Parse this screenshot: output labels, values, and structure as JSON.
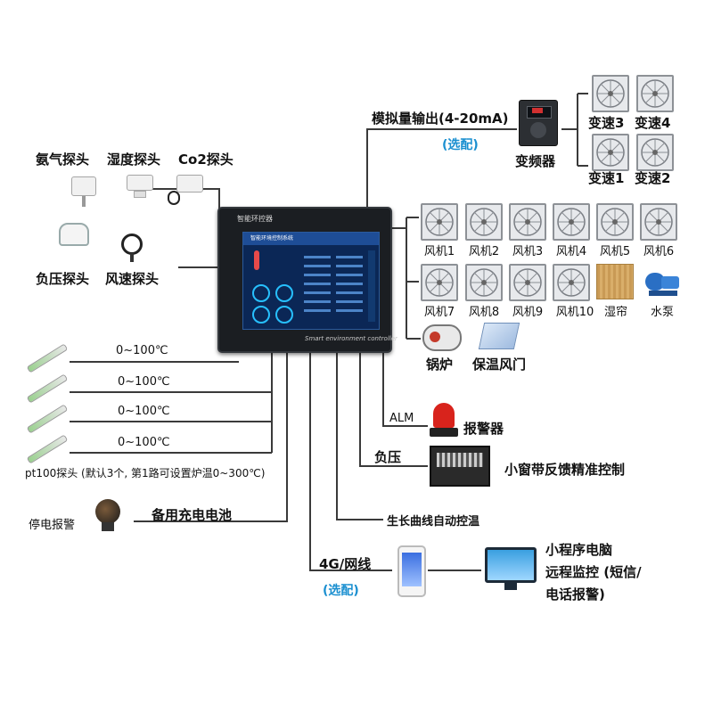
{
  "analog_output": {
    "label": "模拟量输出(4-20mA)",
    "optional": "(选配)"
  },
  "inverter": {
    "label": "变频器"
  },
  "speed_fans": [
    {
      "label": "变速3"
    },
    {
      "label": "变速4"
    },
    {
      "label": "变速1"
    },
    {
      "label": "变速2"
    }
  ],
  "probes_top": {
    "ammonia": "氨气探头",
    "humidity": "湿度探头",
    "co2": "Co2探头"
  },
  "probes_mid": {
    "negative_pressure": "负压探头",
    "wind_speed": "风速探头"
  },
  "controller": {
    "brand": "智能环控器",
    "screen_title": "智能环境控制系统",
    "caption": "Smart environment controller"
  },
  "fans_row1": [
    {
      "label": "风机1"
    },
    {
      "label": "风机2"
    },
    {
      "label": "风机3"
    },
    {
      "label": "风机4"
    },
    {
      "label": "风机5"
    },
    {
      "label": "风机6"
    }
  ],
  "fans_row2": [
    {
      "label": "风机7"
    },
    {
      "label": "风机8"
    },
    {
      "label": "风机9"
    },
    {
      "label": "风机10"
    }
  ],
  "wet_curtain": {
    "label": "湿帘"
  },
  "water_pump": {
    "label": "水泵"
  },
  "boiler": {
    "label": "锅炉"
  },
  "insulation_door": {
    "label": "保温风门"
  },
  "temp_ranges": [
    "0~100℃",
    "0~100℃",
    "0~100℃",
    "0~100℃"
  ],
  "pt100_note": "pt100探头 (默认3个, 第1路可设置炉温0~300℃)",
  "power_fail": {
    "label": "停电报警",
    "battery": "备用充电电池"
  },
  "alarm": {
    "tag": "ALM",
    "label": "报警器"
  },
  "negative_pressure_out": {
    "tag": "负压",
    "label": "小窗带反馈精准控制"
  },
  "growth_curve": "生长曲线自动控温",
  "network": {
    "label": "4G/网线",
    "optional": "(选配)"
  },
  "remote": {
    "line1": "小程序电脑",
    "line2": "远程监控 (短信/",
    "line3": "电话报警)"
  },
  "colors": {
    "wire": "#3a3a3a",
    "optional_text": "#1a8fd0",
    "alarm_red": "#d8231c"
  }
}
